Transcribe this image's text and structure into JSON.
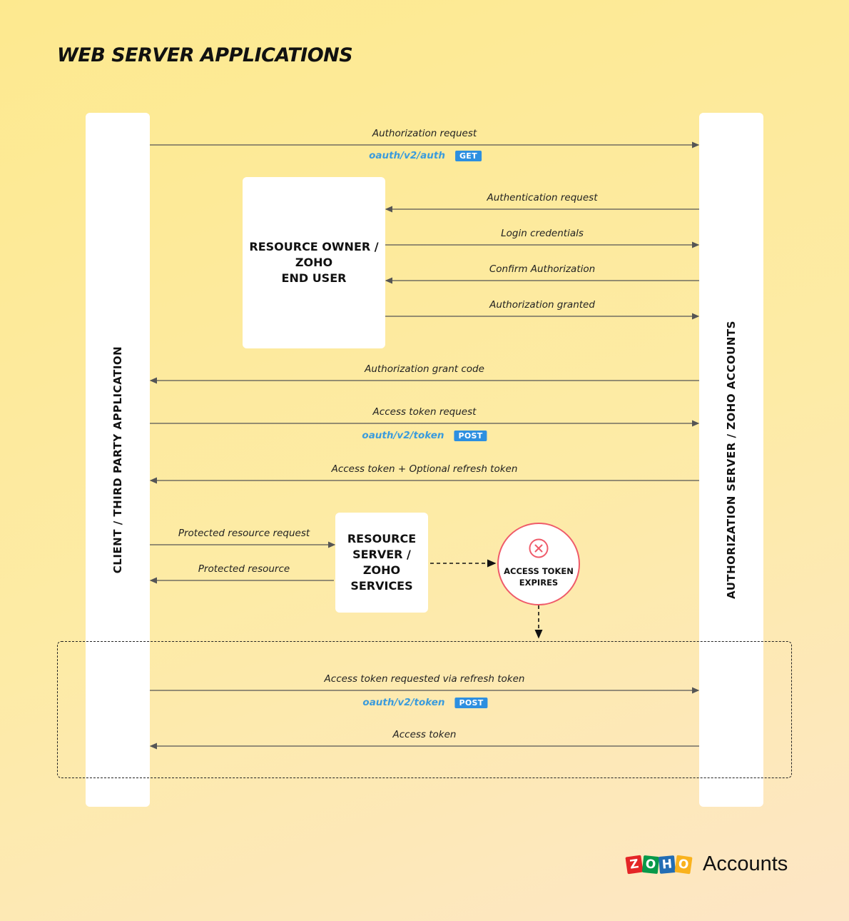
{
  "title": "WEB SERVER APPLICATIONS",
  "lanes": {
    "client": "CLIENT / THIRD PARTY APPLICATION",
    "auth_server": "AUTHORIZATION  SERVER / ZOHO ACCOUNTS"
  },
  "boxes": {
    "resource_owner": "RESOURCE OWNER /\nZOHO\nEND USER",
    "resource_server": "RESOURCE\nSERVER /\nZOHO\nSERVICES",
    "token_expires": "ACCESS TOKEN\nEXPIRES"
  },
  "messages": [
    {
      "label": "Authorization request"
    },
    {
      "label": "Authentication request"
    },
    {
      "label": "Login credentials"
    },
    {
      "label": "Confirm Authorization"
    },
    {
      "label": "Authorization granted"
    },
    {
      "label": "Authorization grant code"
    },
    {
      "label": "Access token request"
    },
    {
      "label": "Access token + Optional refresh token"
    },
    {
      "label": "Protected resource request"
    },
    {
      "label": "Protected resource"
    },
    {
      "label": "Access token requested via refresh token"
    },
    {
      "label": "Access token"
    }
  ],
  "endpoints": [
    {
      "path": "oauth/v2/auth",
      "method": "GET"
    },
    {
      "path": "oauth/v2/token",
      "method": "POST"
    },
    {
      "path": "oauth/v2/token",
      "method": "POST"
    }
  ],
  "logo": {
    "letters": [
      "Z",
      "O",
      "H",
      "O"
    ],
    "letter_colors": [
      "#e42527",
      "#089949",
      "#226db4",
      "#f9b21d"
    ],
    "product": "Accounts"
  },
  "colors": {
    "arrow": "#555555",
    "endpoint": "#3a9bdc",
    "method_badge": "#2d8fe0",
    "expire_ring": "#ef5b6a"
  }
}
